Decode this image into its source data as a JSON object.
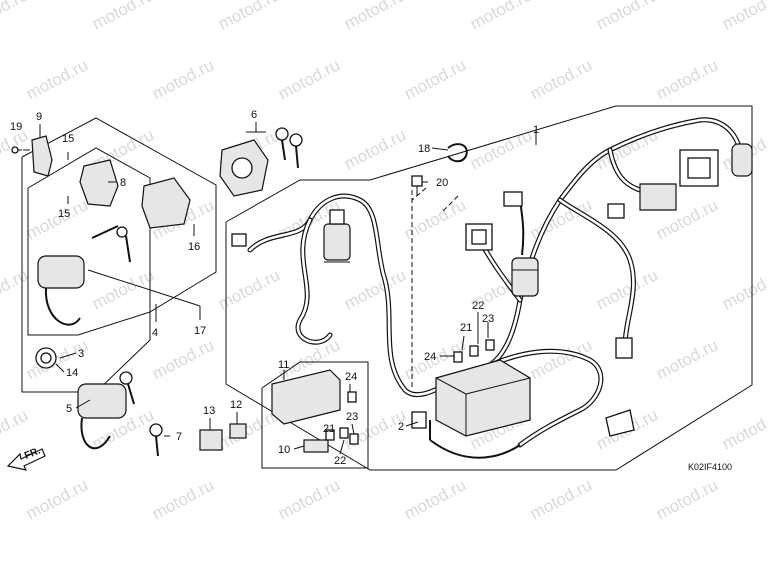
{
  "watermark": "motod.ru",
  "diagram_code": "K02IF4100",
  "front_label": "FR.",
  "arrow_icon": "arrow-left-down-icon",
  "callouts": {
    "p1": "1",
    "p2": "2",
    "p3": "3",
    "p4": "4",
    "p5": "5",
    "p6": "6",
    "p7": "7",
    "p8": "8",
    "p9": "9",
    "p10": "10",
    "p11": "11",
    "p12": "12",
    "p13": "13",
    "p14": "14",
    "p15a": "15",
    "p15b": "15",
    "p16": "16",
    "p17": "17",
    "p18": "18",
    "p19": "19",
    "p20": "20",
    "p21a": "21",
    "p21b": "21",
    "p22a": "22",
    "p22b": "22",
    "p23a": "23",
    "p23b": "23",
    "p24a": "24",
    "p24b": "24"
  }
}
